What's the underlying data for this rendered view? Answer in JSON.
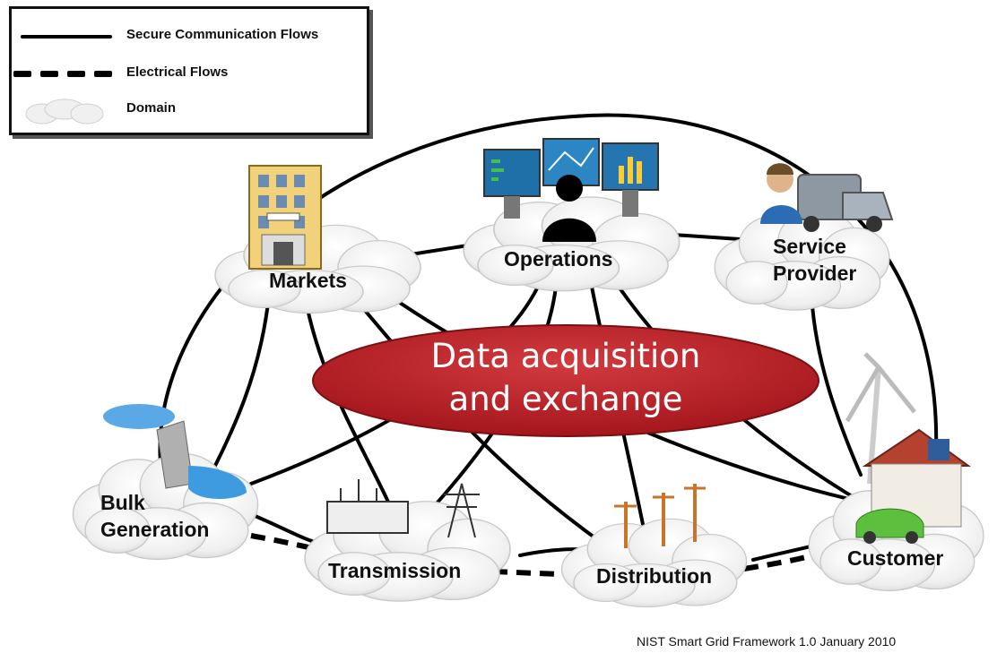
{
  "legend": {
    "secure_label": "Secure Communication Flows",
    "electrical_label": "Electrical Flows",
    "domain_label": "Domain"
  },
  "domains": {
    "markets": "Markets",
    "operations": "Operations",
    "service_provider_line1": "Service",
    "service_provider_line2": "Provider",
    "bulk_generation_line1": "Bulk",
    "bulk_generation_line2": "Generation",
    "transmission": "Transmission",
    "distribution": "Distribution",
    "customer": "Customer"
  },
  "center": {
    "line1": "Data acquisition",
    "line2": "and exchange"
  },
  "caption": "NIST Smart Grid Framework 1.0 January 2010",
  "colors": {
    "ellipse": "#c0272d",
    "cloud": "#f2f2f2",
    "line": "#000000"
  }
}
